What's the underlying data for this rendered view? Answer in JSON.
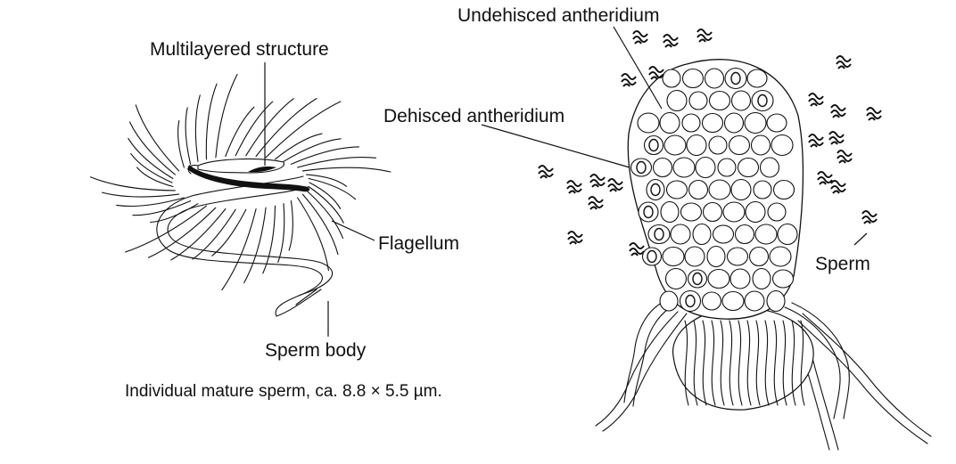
{
  "labels": {
    "multilayered_structure": "Multilayered structure",
    "flagellum": "Flagellum",
    "sperm_body": "Sperm body",
    "undehisced_antheridium": "Undehisced antheridium",
    "dehisced_antheridium": "Dehisced antheridium",
    "sperm": "Sperm"
  },
  "caption": "Individual mature sperm, ca. 8.8 × 5.5 µm."
}
